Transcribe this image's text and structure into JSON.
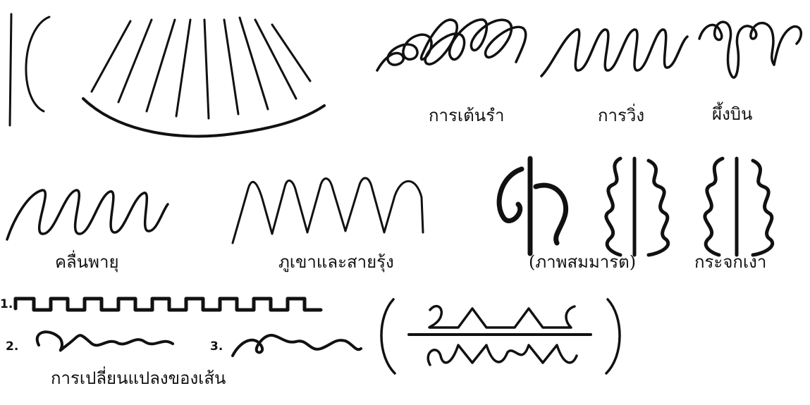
{
  "captions": {
    "dancing": "การเต้นรำ",
    "running": "การวิ่ง",
    "bee_flying": "ผึ้งบิน",
    "storm_waves": "คลื่นพายุ",
    "mountains_rainbow": "ภูเขาและสายรุ้ง",
    "image_symmetry": "(ภาพสมมารต)",
    "mirror": "กระจกเงา",
    "line_change": "การเปลี่ยนแปลงของเส้น"
  },
  "markers": {
    "one": "1.",
    "two": "2.",
    "three": "3."
  }
}
